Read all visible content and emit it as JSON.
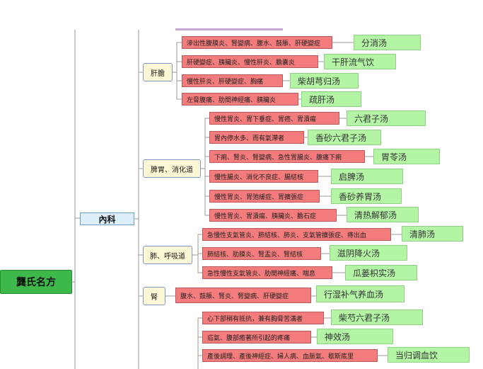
{
  "root": {
    "label": "龔氏名方"
  },
  "branch": {
    "label": "內科"
  },
  "categories": {
    "liver": "肝膽",
    "spleen": "脾胃、消化道",
    "lung": "肺、呼吸道",
    "kidney": "腎",
    "misc": ""
  },
  "liver_items": [
    {
      "disease": "滲出性腹膜炎、腎變病、腹水、鼓脹、肝硬變症",
      "remedy": "分消汤"
    },
    {
      "disease": "肝硬變症、胰臟炎、慢性肝炎、膽囊炎",
      "remedy": "干肝流气饮"
    },
    {
      "disease": "慢性肝炎、肝硬變症、胸痛",
      "remedy": "柴胡芎归汤"
    },
    {
      "disease": "左脅腹痛、肋間神經痛、胰臟炎",
      "remedy": "疏肝汤"
    }
  ],
  "spleen_items": [
    {
      "disease": "慢性胃炎、胃下垂症、胃癌、胃潰瘍",
      "remedy": "六君子汤"
    },
    {
      "disease": "胃內停水多、而有氣滯者",
      "remedy": "香砂六君子汤"
    },
    {
      "disease": "下痢、腎炎、腎變病、急性胃腸炎、腹痛下痢",
      "remedy": "胃苓汤"
    },
    {
      "disease": "慢性腸炎、消化不良症、腸結核",
      "remedy": "启脾汤"
    },
    {
      "disease": "慢性胃炎、胃弛緩症、胃擴張症",
      "remedy": "香砂养胃汤"
    },
    {
      "disease": "慢性胃炎、胃潰瘍、胰臟炎、膽石症",
      "remedy": "清热解郁汤"
    }
  ],
  "lung_items": [
    {
      "disease": "急慢性支氣管炎、肺結核、肺炎、支氣管擴張症、痔出血",
      "remedy": "清肺汤"
    },
    {
      "disease": "肺結核、肋膜炎、腎盂炎、腎結核",
      "remedy": "滋阴降火汤"
    },
    {
      "disease": "急性慢性支氣管炎、肋間神經痛、喘息",
      "remedy": "瓜蒌枳实汤"
    }
  ],
  "kidney_items": [
    {
      "disease": "腹水、鼓脹、腎炎、腎變病、肝硬變症",
      "remedy": "行湿补气养血汤"
    }
  ],
  "misc_items": [
    {
      "disease": "心下部稍有抵抗，兼有胸脅苦滿者",
      "remedy": "柴芍六君子汤"
    },
    {
      "disease": "疝氣、腹部癒著所引起的疼痛",
      "remedy": "神效汤"
    },
    {
      "disease": "產後調理、產後神經症、婦人病、血脈氣、歇斯底里",
      "remedy": "当归调血饮"
    }
  ],
  "colors": {
    "root": "#3db84a",
    "branch": "#dbeef9",
    "category": "#fbf7d4",
    "disease": "#f47c7c",
    "remedy": "#b3f4a5",
    "line": "#9a9a9a"
  }
}
